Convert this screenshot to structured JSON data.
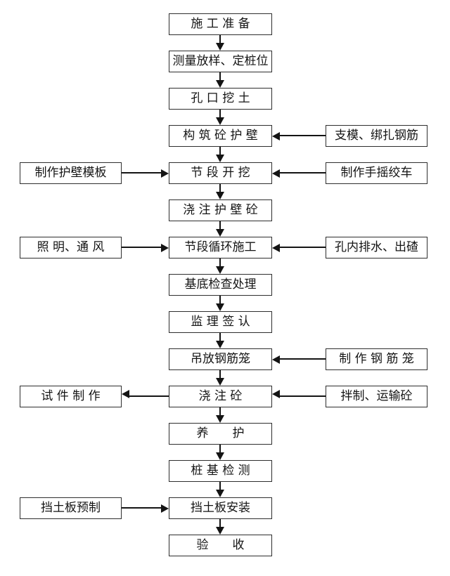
{
  "diagram": {
    "type": "flowchart",
    "direction": "top-down",
    "main_steps": [
      "施 工 准 备",
      "测量放样、定桩位",
      "孔 口 挖 土",
      "构 筑 砼 护 壁",
      "节 段 开 挖",
      "浇 注 护 壁 砼",
      "节段循环施工",
      "基底检查处理",
      "监 理 签 认",
      "吊放钢筋笼",
      "浇 注 砼",
      "养　　护",
      "桩 基 检 测",
      "挡土板安装",
      "验　　收"
    ],
    "side_inputs": [
      {
        "side": "right",
        "label": "支模、绑扎钢筋",
        "into_step": 4
      },
      {
        "side": "left",
        "label": "制作护壁模板",
        "into_step": 5
      },
      {
        "side": "right",
        "label": "制作手摇绞车",
        "into_step": 5
      },
      {
        "side": "left",
        "label": "照 明、通 风",
        "into_step": 7
      },
      {
        "side": "right",
        "label": "孔内排水、出碴",
        "into_step": 7
      },
      {
        "side": "right",
        "label": "制 作 钢 筋 笼",
        "into_step": 10
      },
      {
        "side": "right",
        "label": "拌制、运输砼",
        "into_step": 11
      },
      {
        "side": "left",
        "label": "挡土板预制",
        "into_step": 14
      }
    ],
    "side_outputs": [
      {
        "side": "left",
        "label": "试 件 制 作",
        "from_step": 11
      }
    ],
    "colors": {
      "background": "#ffffff",
      "line": "#141414",
      "box_border": "#2e2e2e",
      "text": "#141414"
    }
  }
}
